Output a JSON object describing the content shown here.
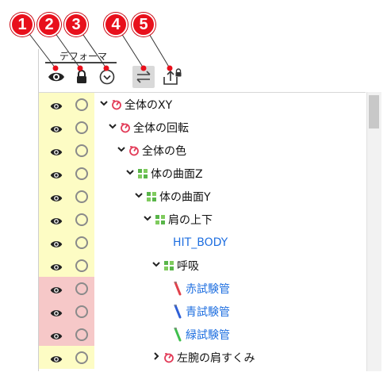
{
  "callouts": [
    "1",
    "2",
    "3",
    "4",
    "5"
  ],
  "panel": {
    "tab_label": "デフォーマ"
  },
  "toolbar": {
    "icons": [
      "eye-icon",
      "lock-icon",
      "circle-check-icon",
      "swap-icon",
      "lock-export-icon"
    ]
  },
  "tree": {
    "rows": [
      {
        "label": "全体のXY",
        "indent": 0,
        "expander": "down",
        "icon": "rotation-deformer-icon",
        "highlight": "yellow"
      },
      {
        "label": "全体の回転",
        "indent": 1,
        "expander": "down",
        "icon": "rotation-deformer-icon",
        "highlight": "yellow"
      },
      {
        "label": "全体の色",
        "indent": 2,
        "expander": "down",
        "icon": "rotation-deformer-icon",
        "highlight": "yellow"
      },
      {
        "label": "体の曲面Z",
        "indent": 3,
        "expander": "down",
        "icon": "warp-deformer-icon",
        "highlight": "yellow"
      },
      {
        "label": "体の曲面Y",
        "indent": 4,
        "expander": "down",
        "icon": "warp-deformer-icon",
        "highlight": "yellow"
      },
      {
        "label": "肩の上下",
        "indent": 5,
        "expander": "down",
        "icon": "warp-deformer-icon",
        "highlight": "yellow"
      },
      {
        "label": "HIT_BODY",
        "indent": 6,
        "expander": "none",
        "icon": "none",
        "highlight": "yellow",
        "blue": true
      },
      {
        "label": "呼吸",
        "indent": 6,
        "expander": "down",
        "icon": "warp-deformer-icon",
        "highlight": "yellow"
      },
      {
        "label": "赤試験管",
        "indent": 7,
        "expander": "none",
        "icon": "red-tube-icon",
        "highlight": "pink",
        "blue": true
      },
      {
        "label": "青試験管",
        "indent": 7,
        "expander": "none",
        "icon": "blue-tube-icon",
        "highlight": "pink",
        "blue": true
      },
      {
        "label": "緑試験管",
        "indent": 7,
        "expander": "none",
        "icon": "green-tube-icon",
        "highlight": "pink",
        "blue": true
      },
      {
        "label": "左腕の肩すくみ",
        "indent": 6,
        "expander": "right",
        "icon": "rotation-deformer-icon",
        "highlight": "yellow"
      }
    ]
  }
}
